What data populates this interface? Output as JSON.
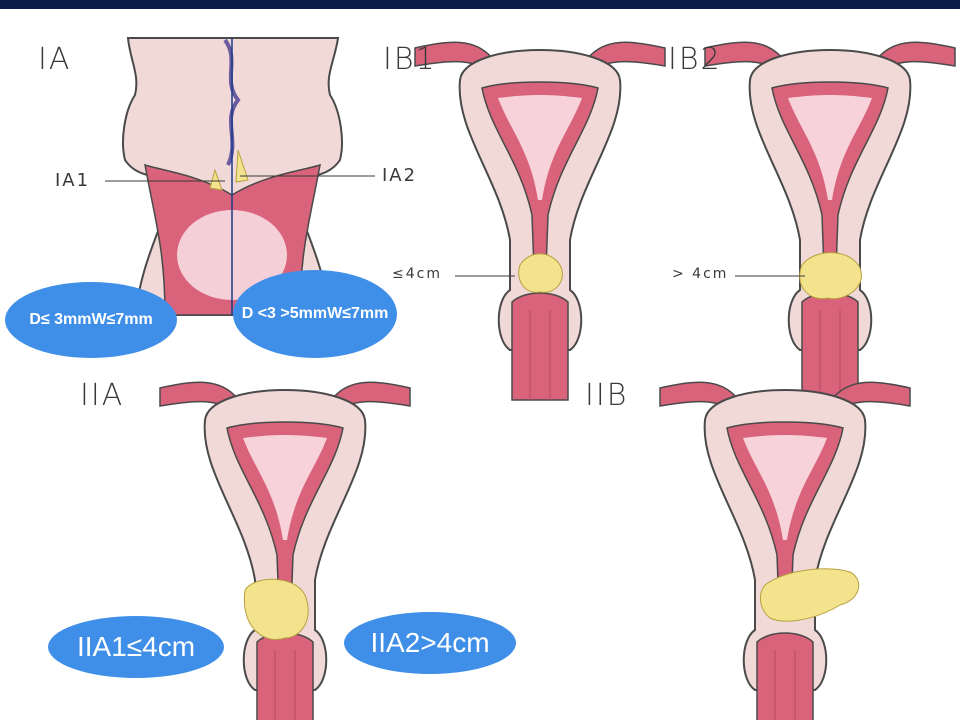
{
  "colors": {
    "topbar": "#0a1a4a",
    "tissue": "#f0d9d6",
    "uterine_lining": "#d9637a",
    "outline": "#4a4a4a",
    "tumor": "#f3e38d",
    "bubble": "#3f8fe8",
    "bubble_text": "#ffffff"
  },
  "panels": {
    "ia": {
      "label": "IA",
      "label_ia1": "IA1",
      "label_ia2": "IA2"
    },
    "ib1": {
      "label": "IB1",
      "measure": "≤4cm"
    },
    "ib2": {
      "label": "IB2",
      "measure": "> 4cm"
    },
    "iia": {
      "label": "IIA"
    },
    "iib": {
      "label": "IIB"
    }
  },
  "bubbles": {
    "ia1": {
      "line1": "D≤ 3mm",
      "line2": "W≤7mm"
    },
    "ia2": {
      "line1": "D <3 >5mm",
      "line2": "W≤7mm"
    },
    "iia1": {
      "text": "IIA1≤4cm"
    },
    "iia2": {
      "text": "IIA2>4cm"
    }
  }
}
